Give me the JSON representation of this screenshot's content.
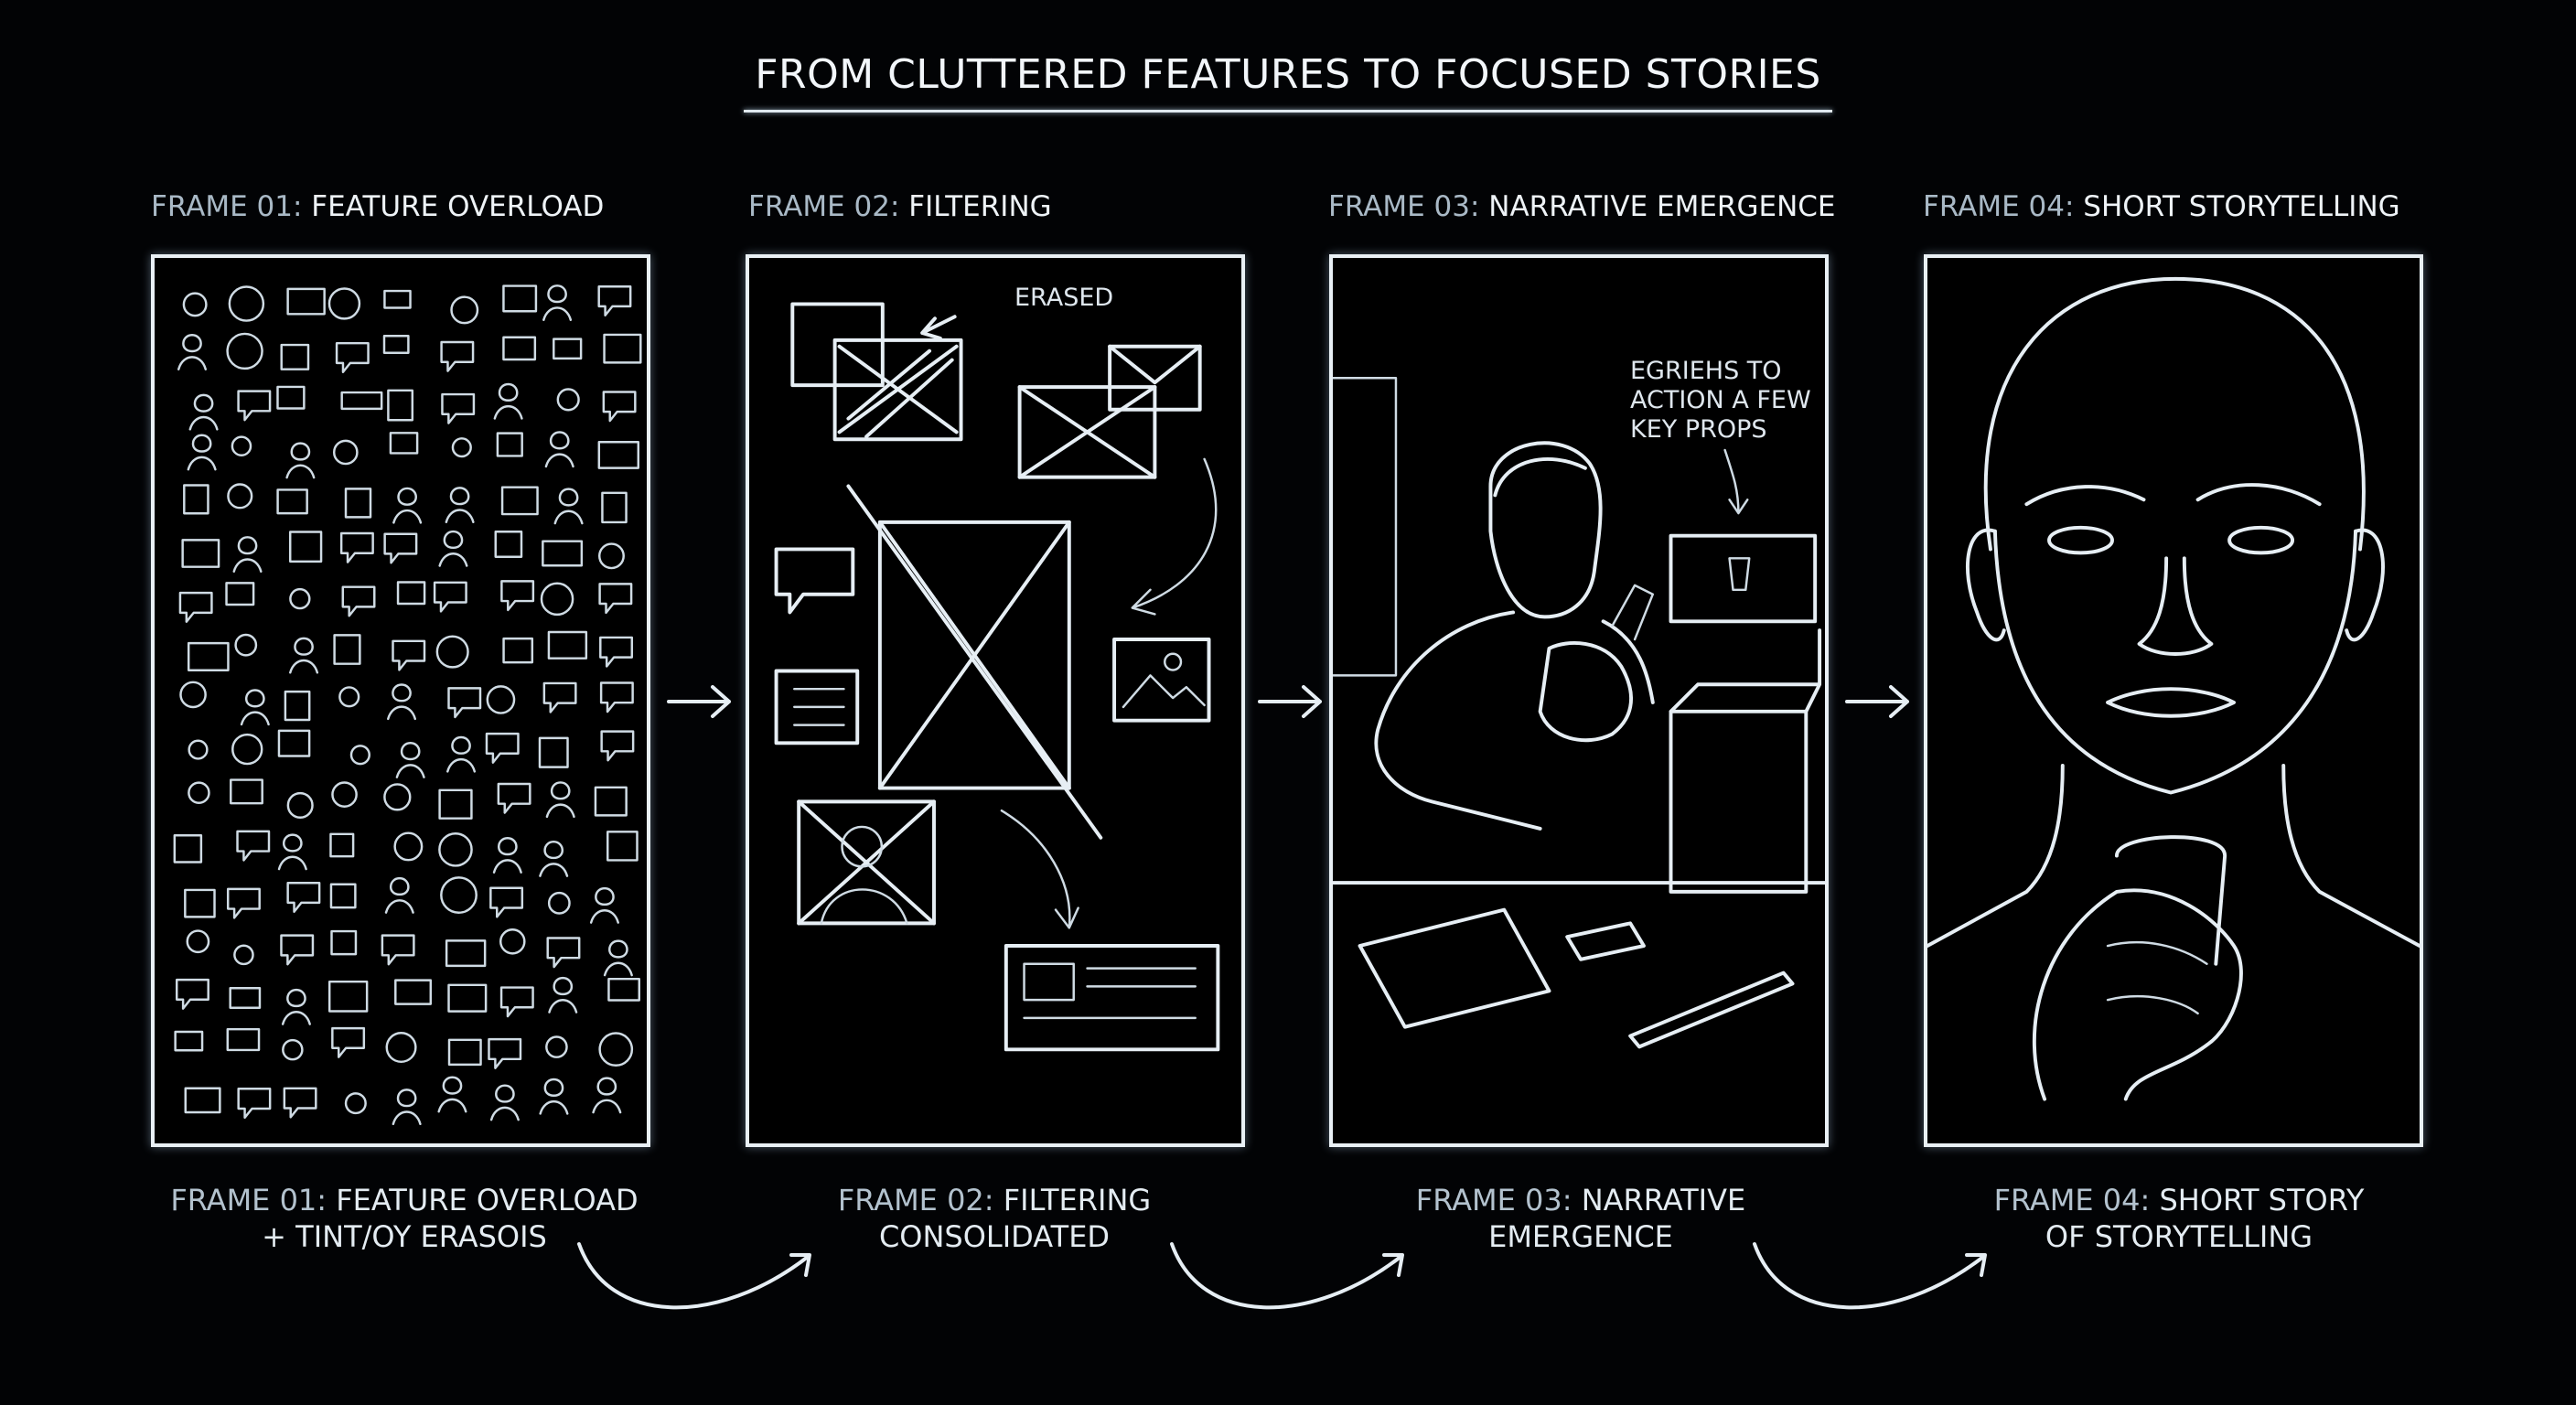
{
  "title": "FROM CLUTTERED FEATURES TO FOCUSED STORIES",
  "frames": [
    {
      "num": "FRAME 01:",
      "label": "FEATURE OVERLOAD"
    },
    {
      "num": "FRAME 02:",
      "label": "FILTERING",
      "annotation": "ERASED"
    },
    {
      "num": "FRAME 03:",
      "label": "NARRATIVE EMERGENCE",
      "annotation_lines": [
        "EGRIEHS TO",
        "ACTION A FEW",
        "KEY PROPS"
      ]
    },
    {
      "num": "FRAME 04:",
      "label": "SHORT STORYTELLING"
    }
  ],
  "captions": [
    {
      "num": "FRAME 01:",
      "line1": "FEATURE OVERLOAD",
      "line2": "+ TINT/OY ERASOIS"
    },
    {
      "num": "FRAME 02:",
      "line1": "FILTERING",
      "line2": "CONSOLIDATED"
    },
    {
      "num": "FRAME 03:",
      "line1": "NARRATIVE",
      "line2": "EMERGENCE"
    },
    {
      "num": "FRAME 04:",
      "line1": "SHORT STORY",
      "line2": "OF STORYTELLING"
    }
  ],
  "colors": {
    "background": "#020305",
    "line": "#e6eef4",
    "muted": "#a9b9c6"
  },
  "icons": [
    "arrow-right-icon",
    "curved-arrow-icon"
  ]
}
